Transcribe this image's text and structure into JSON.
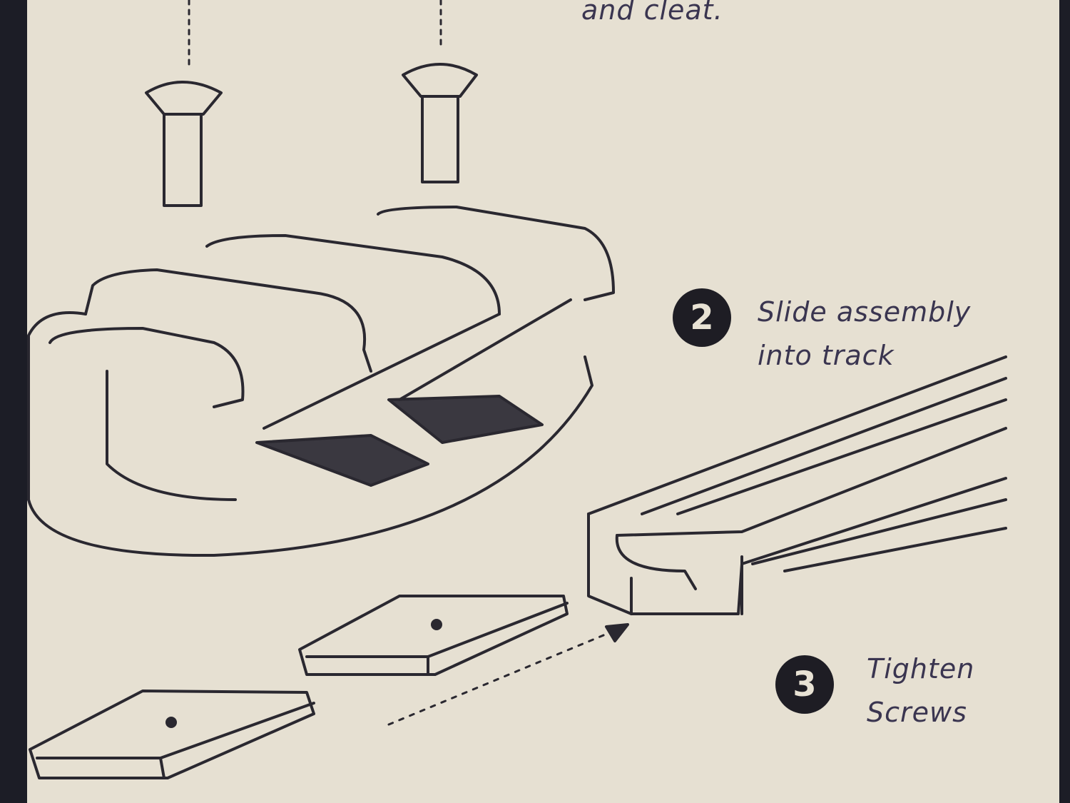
{
  "step1_tail": "and cleat.",
  "steps": [
    {
      "number": "2",
      "text_line1": "Slide assembly",
      "text_line2": "into track"
    },
    {
      "number": "3",
      "text_line1": "Tighten",
      "text_line2": "Screws"
    }
  ],
  "colors": {
    "paper": "#e6e0d2",
    "ink": "#2a2830",
    "border": "#1c1d26"
  }
}
